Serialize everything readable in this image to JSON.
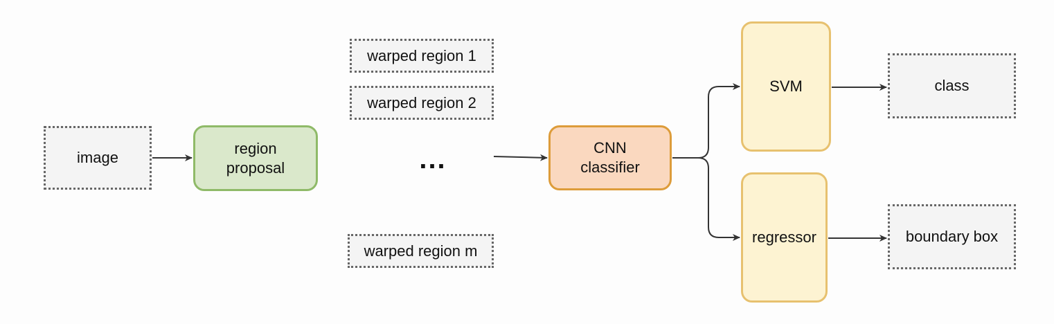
{
  "colors": {
    "green_fill": "#dae8cb",
    "green_border": "#8fba68",
    "orange_fill": "#fad8bf",
    "orange_border": "#dd9c3a",
    "yellow_fill": "#fdf3d2",
    "yellow_border": "#e7c16f",
    "dashed_border": "#666666",
    "edge": "#333333"
  },
  "nodes": {
    "image": "image",
    "region_proposal": "region\nproposal",
    "warped_1": "warped region 1",
    "warped_2": "warped region 2",
    "ellipsis": "...",
    "warped_m": "warped region m",
    "cnn": "CNN\nclassifier",
    "svm": "SVM",
    "regressor": "regressor",
    "class": "class",
    "boundary_box": "boundary box"
  }
}
